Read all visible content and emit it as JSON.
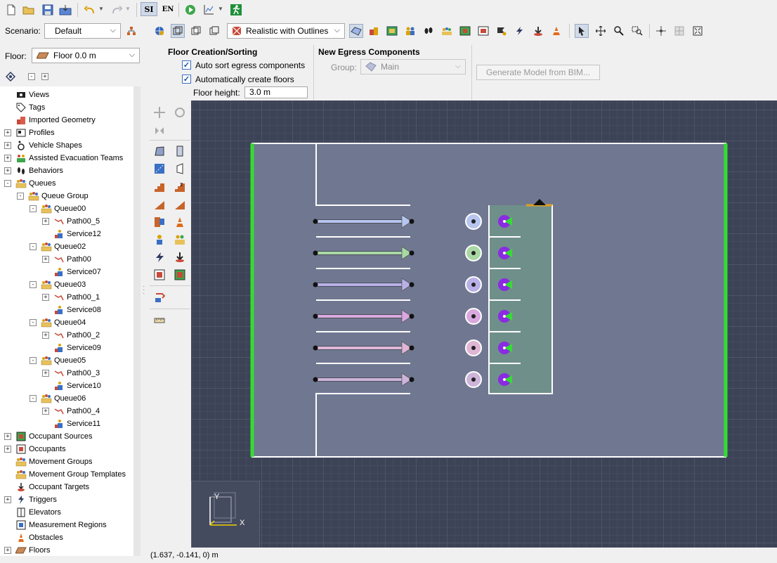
{
  "toolbar": {
    "si_label": "SI",
    "en_label": "EN",
    "scenario_label": "Scenario:",
    "scenario_value": "Default",
    "view_mode_value": "Realistic with Outlines"
  },
  "floor": {
    "label": "Floor:",
    "value": "Floor 0.0 m"
  },
  "floor_creation": {
    "title": "Floor Creation/Sorting",
    "auto_sort_label": "Auto sort egress components",
    "auto_create_label": "Automatically create floors",
    "height_label": "Floor height:",
    "height_value": "3.0 m"
  },
  "egress": {
    "title": "New Egress Components",
    "group_label": "Group:",
    "group_value": "Main",
    "bim_button": "Generate Model from BIM..."
  },
  "tree": {
    "items": [
      {
        "label": "Views",
        "icon": "views-icon",
        "level": 0,
        "expander": ""
      },
      {
        "label": "Tags",
        "icon": "tag-icon",
        "level": 0,
        "expander": ""
      },
      {
        "label": "Imported Geometry",
        "icon": "geometry-icon",
        "level": 0,
        "expander": ""
      },
      {
        "label": "Profiles",
        "icon": "profile-icon",
        "level": 0,
        "expander": "+"
      },
      {
        "label": "Vehicle Shapes",
        "icon": "wheelchair-icon",
        "level": 0,
        "expander": "+"
      },
      {
        "label": "Assisted Evacuation Teams",
        "icon": "team-icon",
        "level": 0,
        "expander": "+"
      },
      {
        "label": "Behaviors",
        "icon": "footprints-icon",
        "level": 0,
        "expander": "+"
      },
      {
        "label": "Queues",
        "icon": "queue-icon",
        "level": 0,
        "expander": "-"
      },
      {
        "label": "Queue Group",
        "icon": "queue-icon",
        "level": 1,
        "expander": "-"
      },
      {
        "label": "Queue00",
        "icon": "queue-icon",
        "level": 2,
        "expander": "-"
      },
      {
        "label": "Path00_5",
        "icon": "path-icon",
        "level": 3,
        "expander": "+"
      },
      {
        "label": "Service12",
        "icon": "service-icon",
        "level": 3,
        "expander": ""
      },
      {
        "label": "Queue02",
        "icon": "queue-icon",
        "level": 2,
        "expander": "-"
      },
      {
        "label": "Path00",
        "icon": "path-icon",
        "level": 3,
        "expander": "+"
      },
      {
        "label": "Service07",
        "icon": "service-icon",
        "level": 3,
        "expander": ""
      },
      {
        "label": "Queue03",
        "icon": "queue-icon",
        "level": 2,
        "expander": "-"
      },
      {
        "label": "Path00_1",
        "icon": "path-icon",
        "level": 3,
        "expander": "+"
      },
      {
        "label": "Service08",
        "icon": "service-icon",
        "level": 3,
        "expander": ""
      },
      {
        "label": "Queue04",
        "icon": "queue-icon",
        "level": 2,
        "expander": "-"
      },
      {
        "label": "Path00_2",
        "icon": "path-icon",
        "level": 3,
        "expander": "+"
      },
      {
        "label": "Service09",
        "icon": "service-icon",
        "level": 3,
        "expander": ""
      },
      {
        "label": "Queue05",
        "icon": "queue-icon",
        "level": 2,
        "expander": "-"
      },
      {
        "label": "Path00_3",
        "icon": "path-icon",
        "level": 3,
        "expander": "+"
      },
      {
        "label": "Service10",
        "icon": "service-icon",
        "level": 3,
        "expander": ""
      },
      {
        "label": "Queue06",
        "icon": "queue-icon",
        "level": 2,
        "expander": "-"
      },
      {
        "label": "Path00_4",
        "icon": "path-icon",
        "level": 3,
        "expander": "+"
      },
      {
        "label": "Service11",
        "icon": "service-icon",
        "level": 3,
        "expander": ""
      },
      {
        "label": "Occupant Sources",
        "icon": "source-icon",
        "level": 0,
        "expander": "+"
      },
      {
        "label": "Occupants",
        "icon": "occupant-icon",
        "level": 0,
        "expander": "+"
      },
      {
        "label": "Movement Groups",
        "icon": "queue-icon",
        "level": 0,
        "expander": ""
      },
      {
        "label": "Movement Group Templates",
        "icon": "queue-icon",
        "level": 0,
        "expander": ""
      },
      {
        "label": "Occupant Targets",
        "icon": "target-icon",
        "level": 0,
        "expander": ""
      },
      {
        "label": "Triggers",
        "icon": "trigger-icon",
        "level": 0,
        "expander": "+"
      },
      {
        "label": "Elevators",
        "icon": "elevator-icon",
        "level": 0,
        "expander": ""
      },
      {
        "label": "Measurement Regions",
        "icon": "measure-icon",
        "level": 0,
        "expander": ""
      },
      {
        "label": "Obstacles",
        "icon": "cone-icon",
        "level": 0,
        "expander": ""
      },
      {
        "label": "Floors",
        "icon": "floor-icon",
        "level": 0,
        "expander": "+"
      }
    ]
  },
  "axes": {
    "x_label": "X",
    "y_label": "Y"
  },
  "status": {
    "coords": "(1.637, -0.141, 0) m"
  },
  "scene": {
    "path_colors": [
      "#b7c6ef",
      "#a9d8a5",
      "#b9b0e8",
      "#d9a8df",
      "#dfb6d6",
      "#cdb4d9"
    ],
    "door_color": "#33dd33",
    "wall_color": "#ffffff",
    "service_fill": "#6f8f8a"
  },
  "colors": {
    "viewport_bg": "#3d4356",
    "floor_fill": "#707891",
    "accent": "#1c4fa6"
  }
}
